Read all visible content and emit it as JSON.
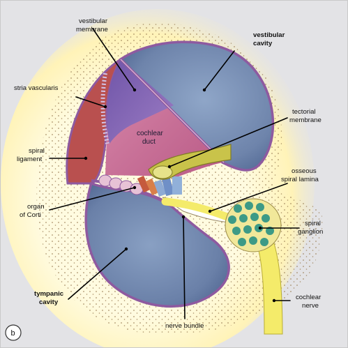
{
  "panel_letter": "b",
  "labels": {
    "vestibular_membrane": [
      "vestibular",
      "membrane"
    ],
    "vestibular_cavity": [
      "vestibular",
      "cavity"
    ],
    "stria_vascularis": [
      "stria vascularis"
    ],
    "tectorial_membrane": [
      "tectorial",
      "membrane"
    ],
    "cochlear_duct": [
      "cochlear",
      "duct"
    ],
    "spiral_ligament": [
      "spiral",
      "ligament"
    ],
    "osseous_spiral_lamina": [
      "osseous",
      "spiral lamina"
    ],
    "organ_of_corti": [
      "organ",
      "of Corti"
    ],
    "spiral_ganglion": [
      "spiral",
      "ganglion"
    ],
    "tympanic_cavity": [
      "tympanic",
      "cavity"
    ],
    "cochlear_nerve": [
      "cochlear",
      "nerve"
    ],
    "nerve_bundle": [
      "nerve bundle"
    ]
  },
  "colors": {
    "background": "#e3e3e6",
    "bone_glow": "#fff6c4",
    "bone_dots": "#9a7e55",
    "cavity_blue": "#6f86ad",
    "cavity_edge": "#8e5aa0",
    "duct_pink": "#c76b93",
    "stria": "#7f5fb0",
    "ligament_red": "#b9504f",
    "tectorial": "#c9c34a",
    "nerve_yellow": "#f4eb6a",
    "ganglion_green": "#3d9a86"
  }
}
